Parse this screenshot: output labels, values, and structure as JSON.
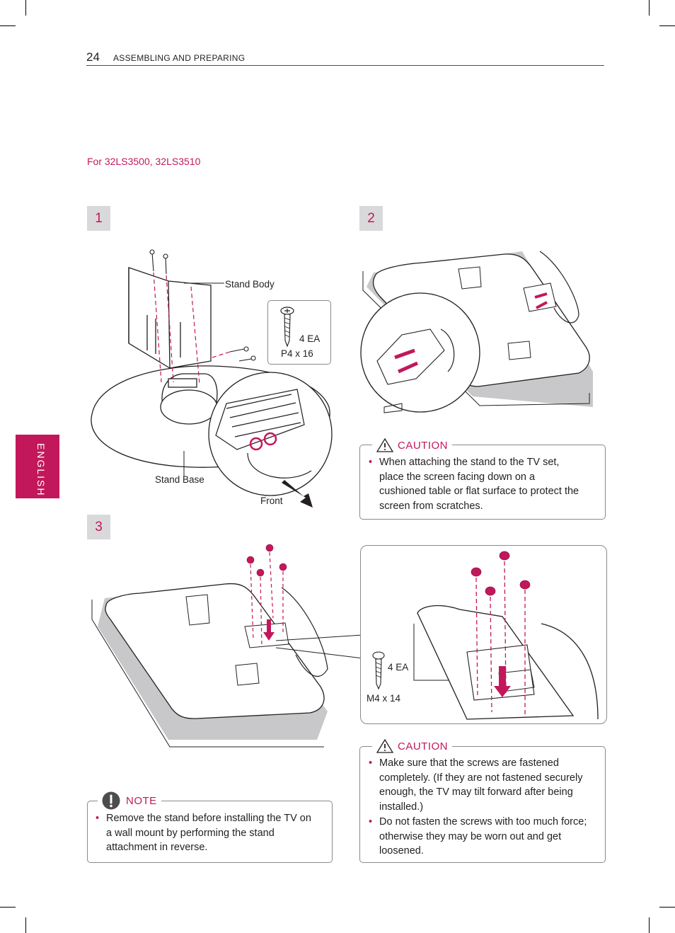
{
  "header": {
    "page_number": "24",
    "section": "ASSEMBLING AND PREPARING"
  },
  "side_tab": "ENGLISH",
  "model_line": "For 32LS3500, 32LS3510",
  "steps": [
    "1",
    "2",
    "3"
  ],
  "step1": {
    "stand_body_label": "Stand Body",
    "stand_base_label": "Stand Base",
    "front_label": "Front",
    "screw_qty": "4 EA",
    "screw_size": "P4 x 16"
  },
  "step3": {
    "screw_qty": "4 EA",
    "screw_size": "M4 x 14"
  },
  "caution1": {
    "title": "CAUTION",
    "items": [
      "When attaching the stand to the TV set, place the screen facing down on a cushioned table or flat surface to protect the screen from scratches."
    ]
  },
  "caution2": {
    "title": "CAUTION",
    "items": [
      "Make sure that the screws are fastened completely. (If they are not fastened securely enough, the TV may tilt forward after being installed.)",
      "Do not fasten the screws with too much force; otherwise they may be worn out and get loosened."
    ]
  },
  "note": {
    "title": "NOTE",
    "items": [
      "Remove the stand before installing the TV on a wall mount by performing the stand attachment in reverse."
    ]
  },
  "colors": {
    "accent": "#c2185b",
    "step_box": "#d9d9db",
    "border": "#8a8a8c"
  }
}
